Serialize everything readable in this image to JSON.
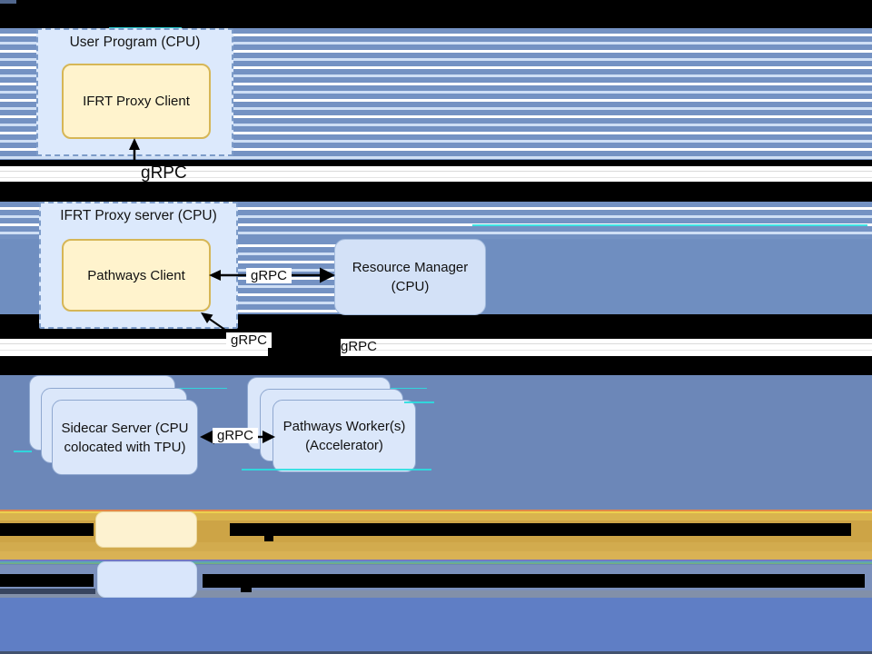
{
  "nodes": {
    "user_program": {
      "title": "User Program (CPU)"
    },
    "ifrt_proxy_client": {
      "label": "IFRT Proxy Client"
    },
    "ifrt_proxy_server": {
      "title": "IFRT Proxy server (CPU)"
    },
    "pathways_client": {
      "label": "Pathways Client"
    },
    "resource_manager": {
      "line1": "Resource Manager",
      "line2": "(CPU)"
    },
    "sidecar_server": {
      "line1": "Sidecar Server (CPU",
      "line2": "colocated with TPU)"
    },
    "pathways_workers": {
      "line1": "Pathways Worker(s)",
      "line2": "(Accelerator)"
    }
  },
  "edges": {
    "client_to_proxy_server": {
      "label": "gRPC"
    },
    "pathways_client_to_resource_manager": {
      "label": "gRPC"
    },
    "pathways_client_to_sidecar": {
      "label": "gRPC"
    },
    "resource_manager_to_workers": {
      "label": "gRPC"
    },
    "sidecar_to_workers": {
      "label": "gRPC"
    }
  },
  "legend": {
    "yellow_swatch_color": "#fdf2d0",
    "blue_swatch_color": "#d9e6fb"
  },
  "colors": {
    "node_yellow_fill": "#fff3cd",
    "node_yellow_border": "#d6b656",
    "panel_blue_fill": "#dce9fc",
    "panel_blue_border": "#7d9cc9",
    "node_blue_fill": "#dbe7fa",
    "node_blue_border": "#8fa8d0",
    "resource_manager_fill": "#d3e1f7",
    "stripe_blue": "#7492c3",
    "stripe_pale": "#cfdff5",
    "background_blue_mid": "#6f8ec0",
    "background_blue_low": "#6c87b8",
    "background_blue_bottom": "#5f7ec5",
    "gold_band": "#d0a84b",
    "glitch_cyan": "#2adfe0"
  }
}
